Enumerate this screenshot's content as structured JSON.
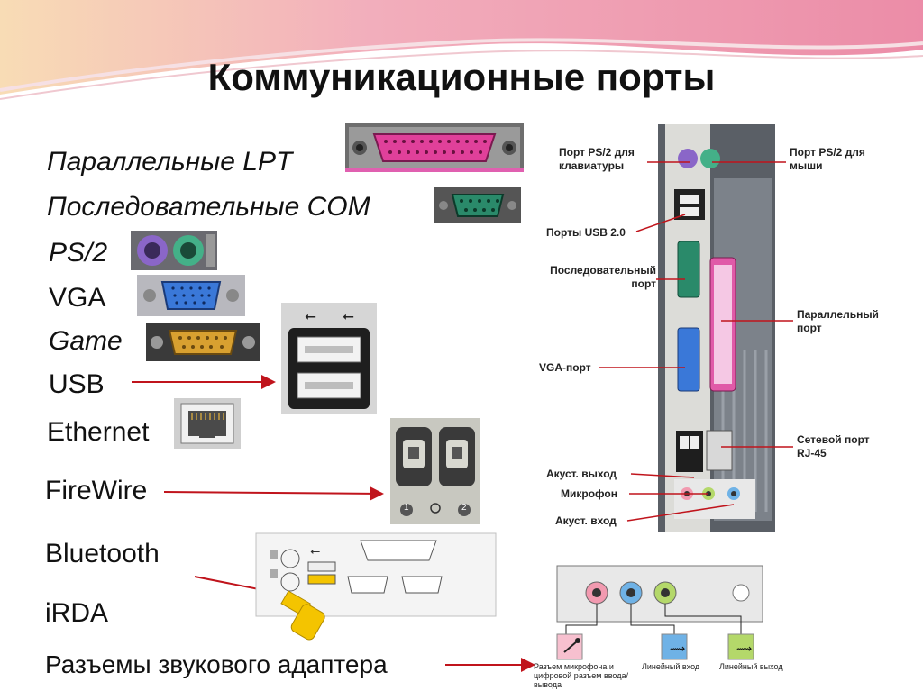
{
  "title": "Коммуникационные порты",
  "ports": [
    {
      "label": "Параллельные LPT"
    },
    {
      "label": "Последовательные COM"
    },
    {
      "label": "PS/2"
    },
    {
      "label": "VGA"
    },
    {
      "label": "Game"
    },
    {
      "label": "USB"
    },
    {
      "label": "Ethernet"
    },
    {
      "label": "FireWire"
    },
    {
      "label": "Bluetooth"
    },
    {
      "label": "iRDA"
    },
    {
      "label": "Разъемы звукового адаптера"
    }
  ],
  "motherboard": {
    "ps2_kbd": "Порт PS/2 для клавиатуры",
    "ps2_mouse": "Порт PS/2 для мыши",
    "usb": "Порты USB 2.0",
    "serial": "Последовательный порт",
    "parallel": "Параллельный порт",
    "vga": "VGA-порт",
    "net": "Сетевой порт RJ-45",
    "audio_out": "Акуст. выход",
    "mic": "Микрофон",
    "audio_in": "Акуст. вход"
  },
  "firewire": {
    "n1": "1",
    "n2": "2"
  },
  "audio_card": {
    "mic": "Разъем микрофона и цифровой разъем ввода/вывода",
    "line_in": "Линейный вход",
    "line_out": "Линейный выход"
  },
  "colors": {
    "accent": "#c0141c",
    "wave_pink": "#e88aa0",
    "lpt": "#e0409a",
    "com": "#2a8a6a",
    "vga": "#3a78d8",
    "game": "#d8a030"
  }
}
